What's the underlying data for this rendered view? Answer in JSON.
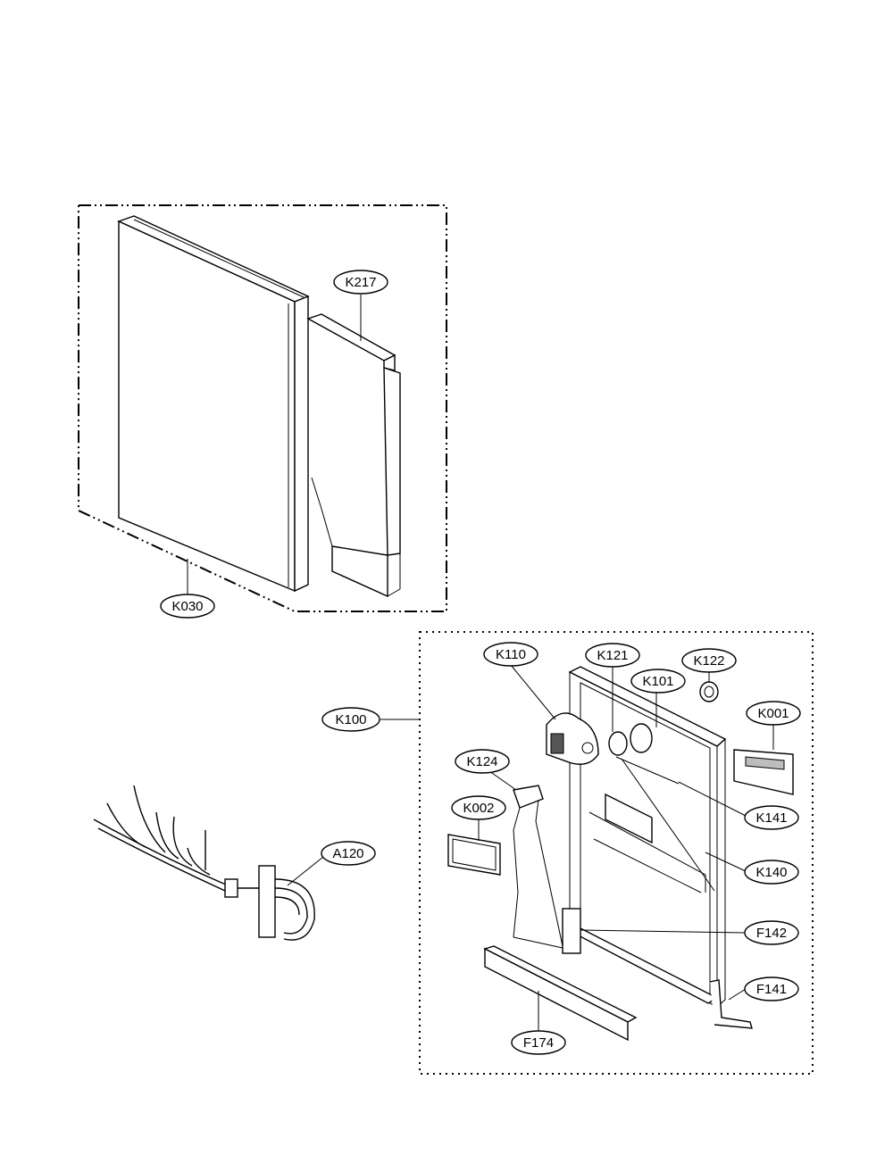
{
  "labels": {
    "k217": "K217",
    "k030": "K030",
    "k100": "K100",
    "k110": "K110",
    "k121": "K121",
    "k122": "K122",
    "k101": "K101",
    "k001": "K001",
    "k124": "K124",
    "k002": "K002",
    "k141": "K141",
    "k140": "K140",
    "f142": "F142",
    "f141": "F141",
    "f174": "F174",
    "a120": "A120"
  }
}
